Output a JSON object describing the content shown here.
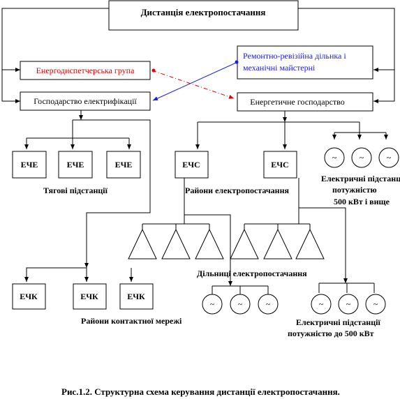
{
  "title": "Дистанція   електропостачання",
  "caption": "Рис.1.2. Структурна схема керування дистанції електропостачання.",
  "colors": {
    "red": "#e00000",
    "blue": "#1a1ae6",
    "black": "#000000"
  },
  "nodes": {
    "energy_dispatch": "Енергодиспетчерська група",
    "repair_audit": [
      "Ремонтно-ревізійна дільнка і",
      "механічні майстерні"
    ],
    "electrification": "Господарство електрифікації",
    "energy": "Енергетичне господарство",
    "eche": [
      "ЕЧЕ",
      "ЕЧЕ",
      "ЕЧЕ"
    ],
    "echs": [
      "ЕЧС",
      "ЕЧС"
    ],
    "echk": [
      "ЕЧК",
      "ЕЧК",
      "ЕЧК"
    ]
  },
  "labels": {
    "traction": "Тягові підстанції",
    "supply_regions": "Райони електропостачання",
    "supply_sections": "Дільниці   електропостачання",
    "contact_regions": "Райони контактної мережі",
    "substations_big": [
      "Електричні підстанції",
      "потужністю",
      "500 кВт і вище"
    ],
    "substations_small": [
      "Електричні підстанції",
      "потужністю    до 500 кВт"
    ]
  },
  "icons": {
    "generator": "~"
  }
}
